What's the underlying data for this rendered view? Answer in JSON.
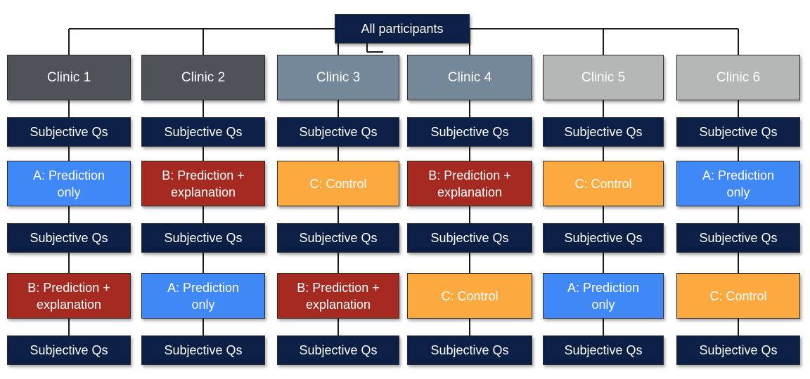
{
  "root": {
    "label": "All participants"
  },
  "subjective_label": "Subjective Qs",
  "conditions": {
    "A": {
      "label": "A: Prediction\nonly",
      "color": "#3f88f5"
    },
    "B": {
      "label": "B: Prediction +\nexplanation",
      "color": "#a52a22"
    },
    "C": {
      "label": "C: Control",
      "color": "#fcaa40"
    }
  },
  "colors": {
    "navy": "#0c1f46",
    "clinic_dark": "#4f5259",
    "clinic_mid": "#74889a",
    "clinic_light": "#b5b7b6"
  },
  "clinics": [
    {
      "label": "Clinic 1",
      "tone": "dark",
      "first": "A",
      "second": "B"
    },
    {
      "label": "Clinic 2",
      "tone": "dark",
      "first": "B",
      "second": "A"
    },
    {
      "label": "Clinic 3",
      "tone": "mid",
      "first": "C",
      "second": "B"
    },
    {
      "label": "Clinic 4",
      "tone": "mid",
      "first": "B",
      "second": "C"
    },
    {
      "label": "Clinic 5",
      "tone": "light",
      "first": "C",
      "second": "A"
    },
    {
      "label": "Clinic 6",
      "tone": "light",
      "first": "A",
      "second": "C"
    }
  ]
}
